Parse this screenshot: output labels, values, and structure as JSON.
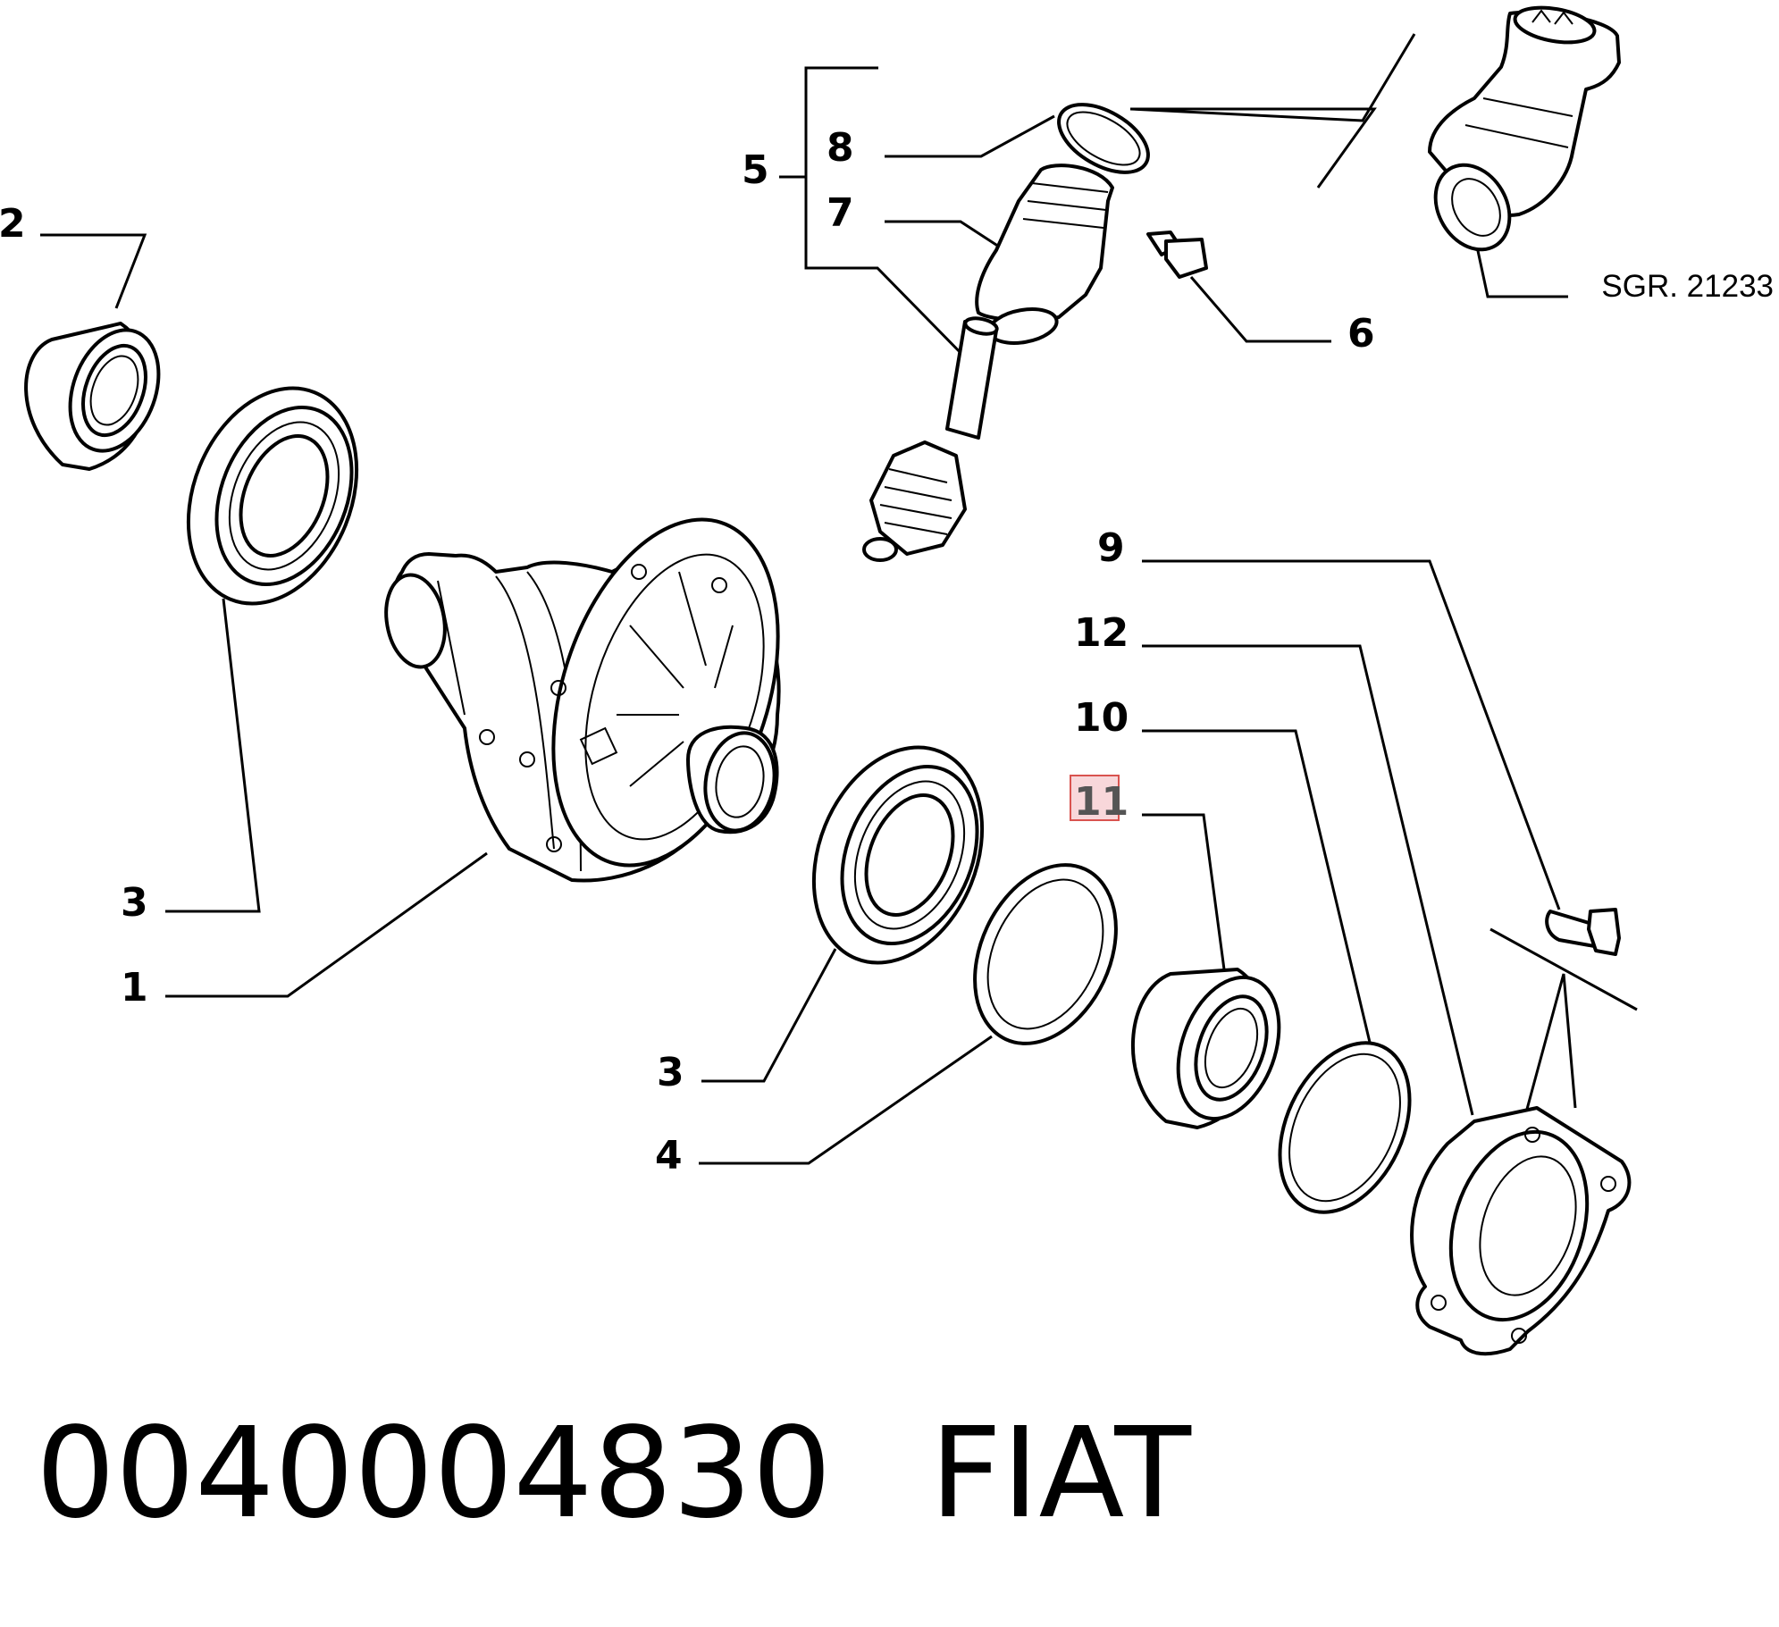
{
  "labels": {
    "l1": "1",
    "l2": "2",
    "l3a": "3",
    "l3b": "3",
    "l4": "4",
    "l5": "5",
    "l6": "6",
    "l7": "7",
    "l8": "8",
    "l9": "9",
    "l10": "10",
    "l11": "11",
    "l12": "12",
    "ref": "SGR. 21233"
  },
  "footer": {
    "part_number": "0040004830",
    "brand": "FIAT"
  },
  "colors": {
    "highlight_border": "#d9534f",
    "highlight_fill": "#f8d7da"
  }
}
